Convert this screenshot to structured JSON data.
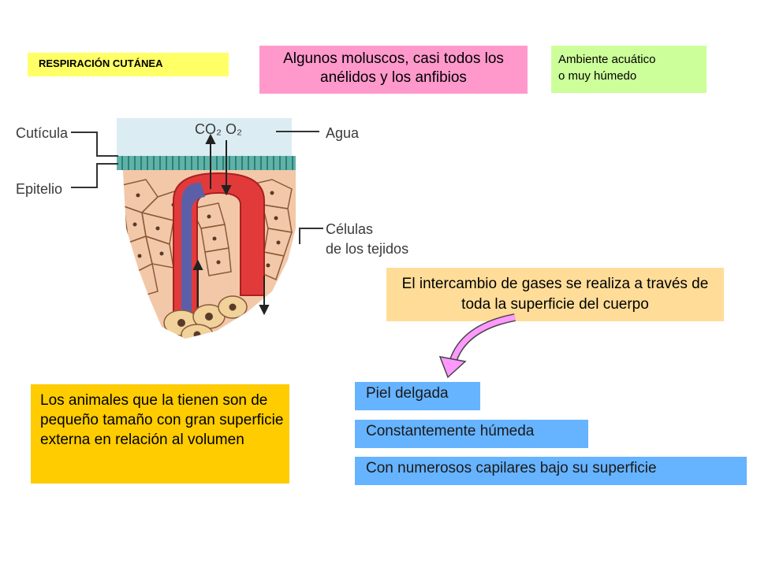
{
  "title": "RESPIRACIÓN CUTÁNEA",
  "groups": "Algunos moluscos, casi todos los anélidos y los anfibios",
  "environment": {
    "line1": "Ambiente acuático",
    "line2": "o muy húmedo"
  },
  "exchange": "El intercambio de gases se realiza a través de toda la superficie del cuerpo",
  "animals": "Los animales que la tienen son de pequeño tamaño con gran superficie externa en relación al volumen",
  "features": [
    "Piel delgada",
    "Constantemente húmeda",
    "Con numerosos capilares bajo su superficie"
  ],
  "diagram": {
    "labels": {
      "cuticula": "Cutícula",
      "epitelio": "Epitelio",
      "agua": "Agua",
      "celulas_line1": "Células",
      "celulas_line2": "de los tejidos",
      "gases": "CO₂ O₂"
    }
  },
  "colors": {
    "title_bg": "#ffff66",
    "groups_bg": "#ff99cc",
    "env_bg": "#ccff99",
    "exchange_bg": "#ffdd99",
    "animals_bg": "#ffcc00",
    "features_bg": "#66b3ff",
    "arrow": "#ff66ff"
  }
}
